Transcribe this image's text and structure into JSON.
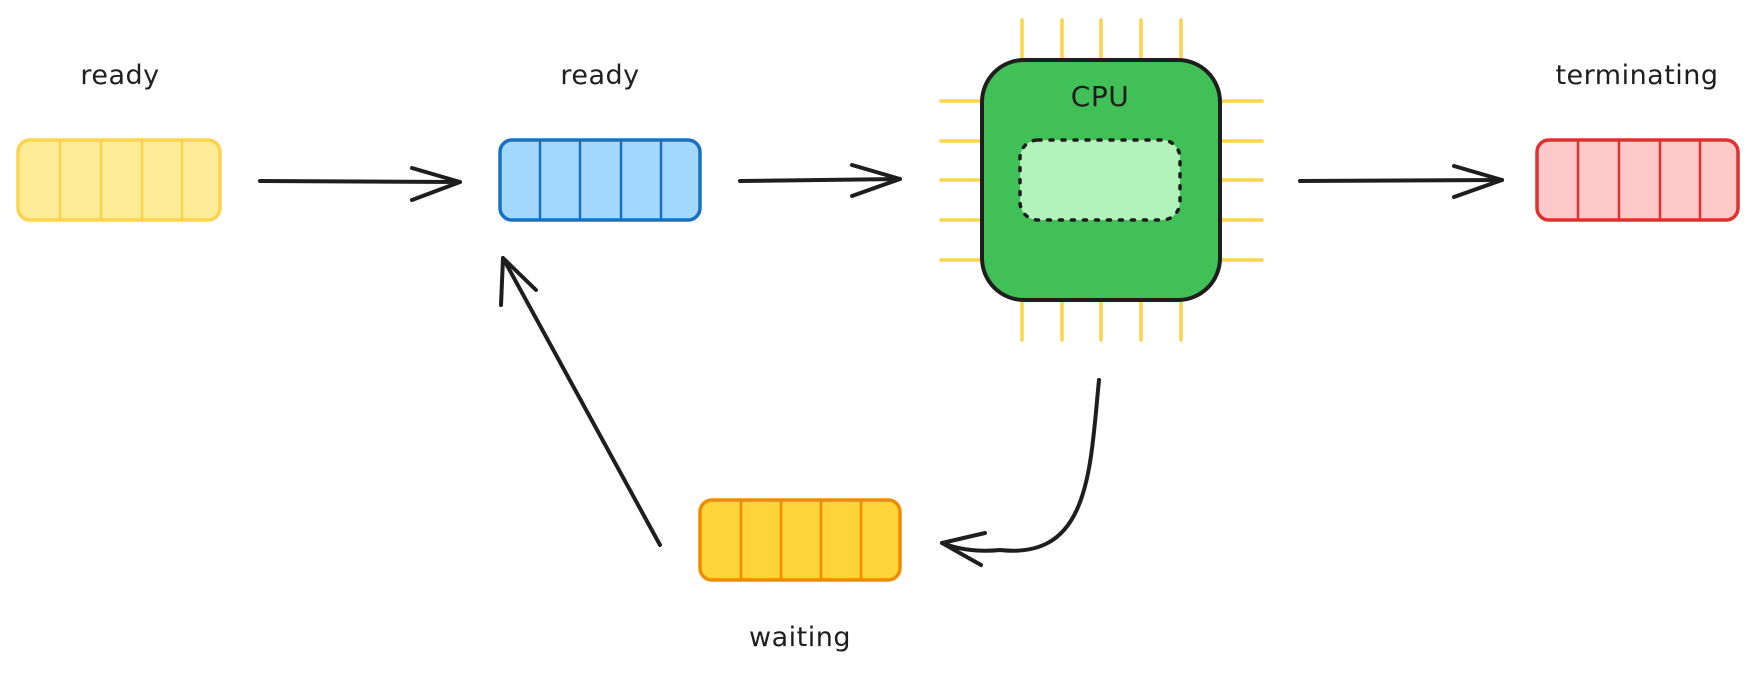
{
  "diagram": {
    "queues": [
      {
        "id": "new",
        "label": "ready",
        "fill": "#ffec99",
        "stroke": "#fcd34d",
        "cells": 5
      },
      {
        "id": "ready",
        "label": "ready",
        "fill": "#a5d8ff",
        "stroke": "#1971c2",
        "cells": 5
      },
      {
        "id": "waiting",
        "label": "waiting",
        "fill": "#ffd43b",
        "stroke": "#f08c00",
        "cells": 5
      },
      {
        "id": "terminated",
        "label": "terminating",
        "fill": "#ffc9c9",
        "stroke": "#e03131",
        "cells": 5
      }
    ],
    "cpu": {
      "label": "CPU",
      "body_fill": "#40c057",
      "body_stroke": "#1e1e1e",
      "core_fill": "#b2f2bb",
      "pin_color": "#fcd34d"
    },
    "connectors": [
      {
        "from": "new",
        "to": "ready"
      },
      {
        "from": "ready",
        "to": "cpu"
      },
      {
        "from": "cpu",
        "to": "terminated"
      },
      {
        "from": "cpu",
        "to": "waiting"
      },
      {
        "from": "waiting",
        "to": "ready"
      }
    ],
    "stroke_color": "#1e1e1e"
  }
}
